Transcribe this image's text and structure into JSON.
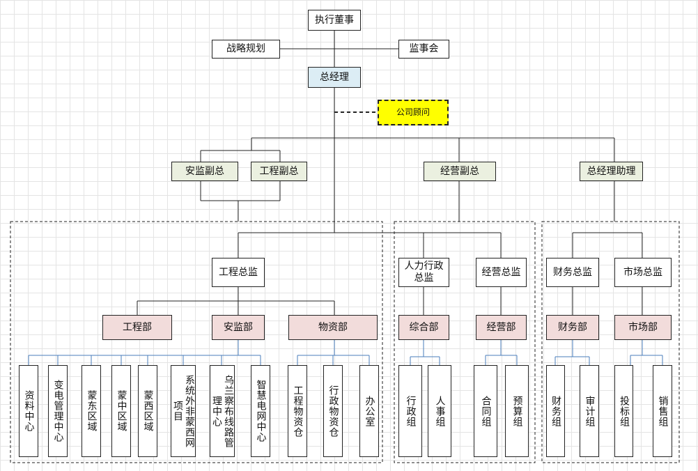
{
  "nodes": {
    "exec": "执行董事",
    "strategy": "战略规划",
    "supervisory": "监事会",
    "gm": "总经理",
    "advisor": "公司顾问",
    "safety_vp": "安监副总",
    "eng_vp": "工程副总",
    "biz_vp": "经营副总",
    "gm_asst": "总经理助理",
    "eng_director": "工程总监",
    "hr_director": "人力行政总监",
    "biz_director": "经营总监",
    "fin_director": "财务总监",
    "mkt_director": "市场总监",
    "eng_dept": "工程部",
    "safety_dept": "安监部",
    "material_dept": "物资部",
    "general_dept": "综合部",
    "biz_dept": "经营部",
    "fin_dept": "财务部",
    "mkt_dept": "市场部"
  },
  "leaves": {
    "records": "资料中心",
    "substation": "变电管理中心",
    "east_region": "蒙东区域",
    "central_region": "蒙中区域",
    "west_region": "蒙西区域",
    "external": "系统外非蒙西网项目",
    "wulanchabu": "乌兰察布线路管理中心",
    "smart_grid": "智慧电网中心",
    "eng_warehouse": "工程物资仓",
    "admin_warehouse": "行政物资仓",
    "office": "办公室",
    "admin_team": "行政组",
    "personnel_team": "人事组",
    "contract_team": "合同组",
    "budget_team": "预算组",
    "finance_team": "财务组",
    "audit_team": "审计组",
    "bid_team": "投标组",
    "sales_team": "销售组"
  },
  "colors": {
    "gm_fill": "#dcedf5",
    "advisor_fill": "#ffff00",
    "vp_fill": "#ebf0e0",
    "dept_fill": "#f2dcdb",
    "leaf_connector": "#4a7ebb",
    "line": "#222222"
  }
}
